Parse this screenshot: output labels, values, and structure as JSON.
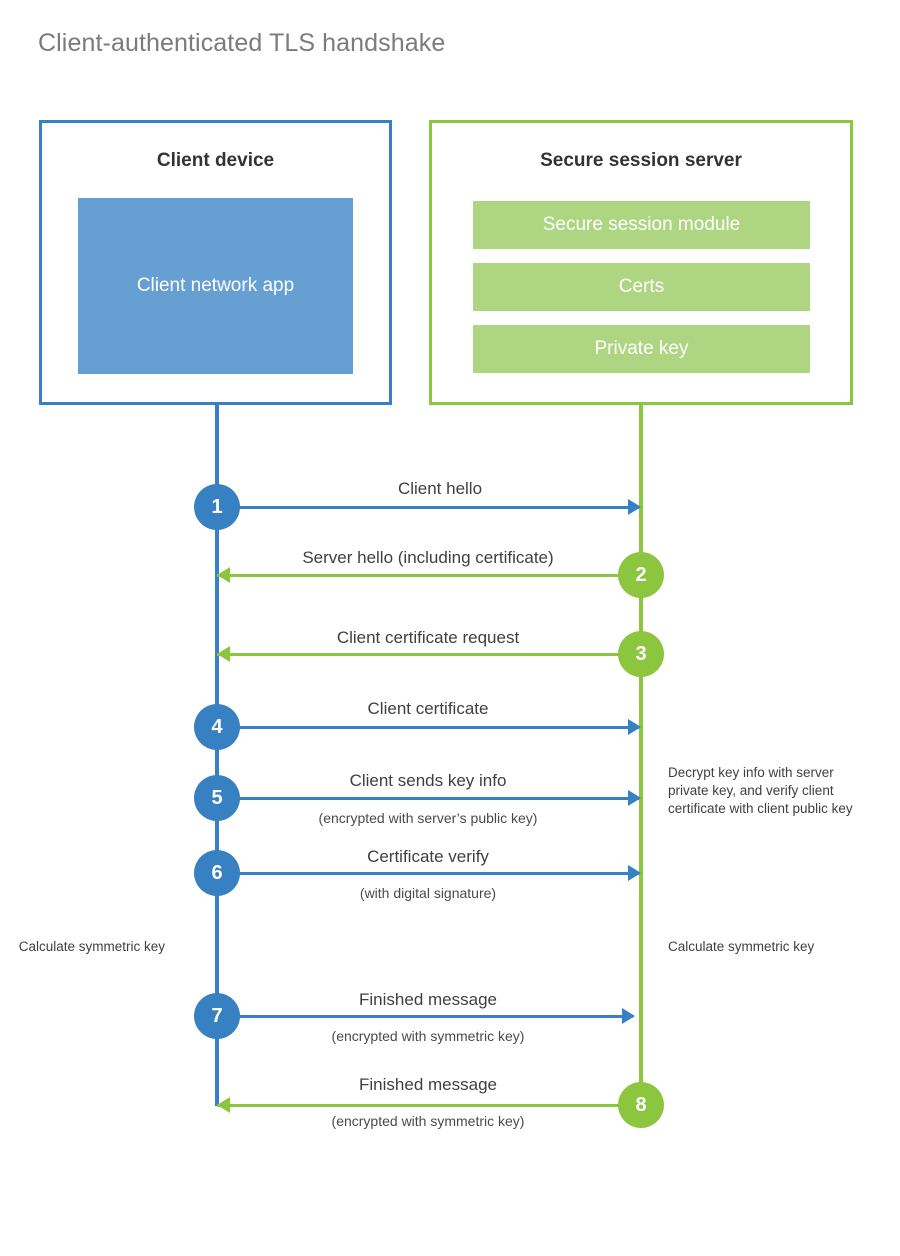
{
  "title": "Client-authenticated TLS handshake",
  "colors": {
    "client_blue": "#3780c1",
    "client_app_fill": "#669fd2",
    "server_green": "#8cc63e",
    "server_bar_fill": "#aed581",
    "title_gray": "#7b7b7b",
    "text_dark": "#333333"
  },
  "client": {
    "title": "Client device",
    "app_label": "Client network app"
  },
  "server": {
    "title": "Secure session server",
    "modules": [
      {
        "label": "Secure session module"
      },
      {
        "label": "Certs"
      },
      {
        "label": "Private key"
      }
    ]
  },
  "steps": [
    {
      "num": "1",
      "label": "Client hello",
      "sublabel": "",
      "direction": "to-server",
      "side": "client"
    },
    {
      "num": "2",
      "label": "Server hello (including certificate)",
      "sublabel": "",
      "direction": "to-client",
      "side": "server"
    },
    {
      "num": "3",
      "label": "Client certificate request",
      "sublabel": "",
      "direction": "to-client",
      "side": "server"
    },
    {
      "num": "4",
      "label": "Client certificate",
      "sublabel": "",
      "direction": "to-server",
      "side": "client"
    },
    {
      "num": "5",
      "label": "Client sends key info",
      "sublabel": "(encrypted with server’s public key)",
      "direction": "to-server",
      "side": "client"
    },
    {
      "num": "6",
      "label": "Certificate verify",
      "sublabel": "(with digital signature)",
      "direction": "to-server",
      "side": "client"
    },
    {
      "num": "7",
      "label": "Finished message",
      "sublabel": "(encrypted with symmetric key)",
      "direction": "to-server",
      "side": "client"
    },
    {
      "num": "8",
      "label": "Finished message",
      "sublabel": "(encrypted with symmetric key)",
      "direction": "to-client",
      "side": "server"
    }
  ],
  "notes": {
    "server_decrypt": "Decrypt key info with server private key, and verify client certificate with client public key",
    "client_calc": "Calculate symmetric key",
    "server_calc": "Calculate symmetric key"
  }
}
